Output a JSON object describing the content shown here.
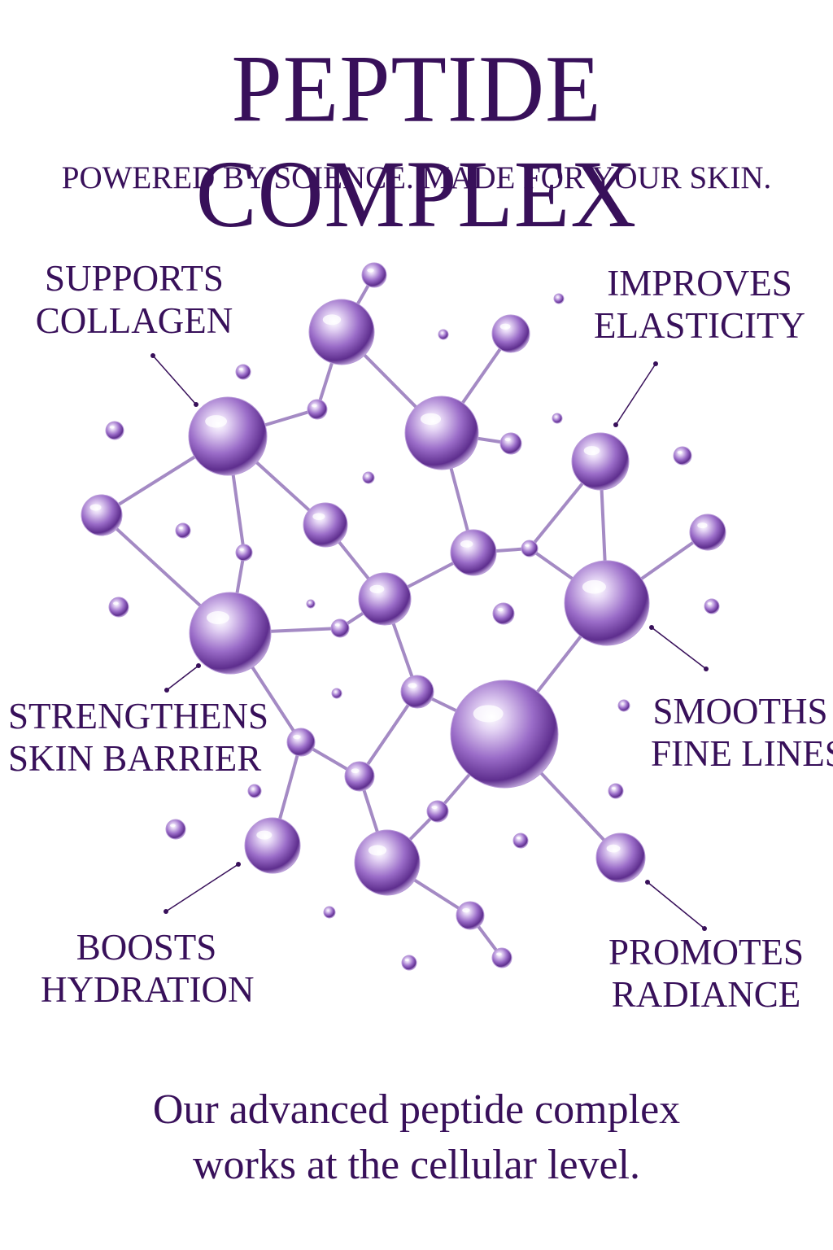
{
  "title": "PEPTIDE COMPLEX",
  "subtitle": "POWERED BY SCIENCE. MADE FOR YOUR SKIN.",
  "benefits": {
    "collagen": [
      "SUPPORTS",
      "COLLAGEN"
    ],
    "elasticity": [
      "IMPROVES",
      "ELASTICITY"
    ],
    "barrier": [
      "STRENGTHENS",
      "SKIN BARRIER"
    ],
    "lines": [
      "SMOOTHS",
      "FINE LINES"
    ],
    "hydration": [
      "BOOSTS",
      "HYDRATION"
    ],
    "radiance": [
      "PROMOTES",
      "RADIANCE"
    ]
  },
  "footer": [
    "Our advanced peptide complex",
    "works at the cellular level."
  ],
  "colors": {
    "text": "#38105a",
    "molecule": "#8a5bc0",
    "bond": "#a48ac4",
    "background": "#ffffff"
  }
}
